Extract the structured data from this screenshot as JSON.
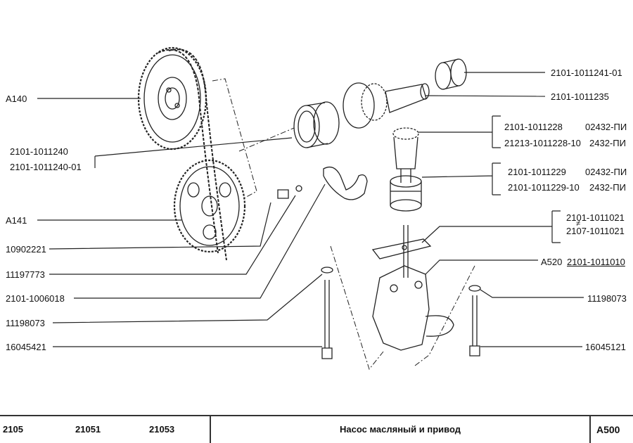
{
  "parts": {
    "a140": "A140",
    "a141": "A141",
    "chain_link": "2101-1011240",
    "chain_link_01": "2101-1011240-01",
    "bolt_10902221": "10902221",
    "washer_11197773": "11197773",
    "bracket_2101_1006018": "2101-1006018",
    "washer_left_11198073": "11198073",
    "bolt_left_16045421": "16045421",
    "bushing_2101_1011241_01": "2101-1011241-01",
    "shaft_2101_1011235": "2101-1011235",
    "gear_2101_1011228": "2101-1011228",
    "gear_2101_1011228_code": "02432-ПИ",
    "gear_21213_1011228_10": "21213-1011228-10",
    "gear_21213_1011228_10_code": "2432-ПИ",
    "gear2_2101_1011229": "2101-1011229",
    "gear2_2101_1011229_code": "02432-ПИ",
    "gear2_2101_1011229_10": "2101-1011229-10",
    "gear2_2101_1011229_10_code": "2432-ПИ",
    "gasket_2101_1011021": "2101-1011021",
    "gasket_ne_symbol": "≠",
    "gasket_2107_1011021": "2107-1011021",
    "pump_ref": "A520",
    "pump_2101_1011010": "2101-1011010",
    "washer_right_11198073": "11198073",
    "bolt_right_16045121": "16045121"
  },
  "footer": {
    "model_1": "2105",
    "model_2": "21051",
    "model_3": "21053",
    "title": "Насос масляный и привод",
    "page_code": "A500"
  },
  "colors": {
    "line": "#222222",
    "paper": "#ffffff"
  }
}
